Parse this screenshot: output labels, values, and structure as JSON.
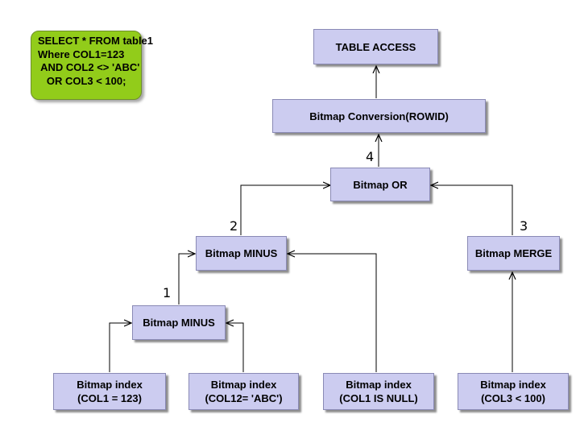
{
  "sql": {
    "lines": [
      "SELECT * FROM table1",
      "Where COL1=123",
      " AND COL2 <> 'ABC'",
      "   OR COL3 < 100;"
    ]
  },
  "nodes": {
    "table_access": "TABLE ACCESS",
    "bitmap_conversion": "Bitmap Conversion(ROWID)",
    "bitmap_or": "Bitmap OR",
    "bitmap_minus_upper": "Bitmap MINUS",
    "bitmap_merge": "Bitmap MERGE",
    "bitmap_minus_lower": "Bitmap MINUS",
    "index_col1": {
      "line1": "Bitmap index",
      "line2": "(COL1 = 123)"
    },
    "index_col12": {
      "line1": "Bitmap index",
      "line2": "(COL12= 'ABC')"
    },
    "index_col1_null": {
      "line1": "Bitmap index",
      "line2": "(COL1 IS NULL)"
    },
    "index_col3": {
      "line1": "Bitmap index",
      "line2": "(COL3 < 100)"
    }
  },
  "steps": {
    "s1": "1",
    "s2": "2",
    "s3": "3",
    "s4": "4"
  },
  "colors": {
    "node_fill": "#ccccf0",
    "sql_fill": "#92cc1a",
    "edge": "#000000"
  }
}
